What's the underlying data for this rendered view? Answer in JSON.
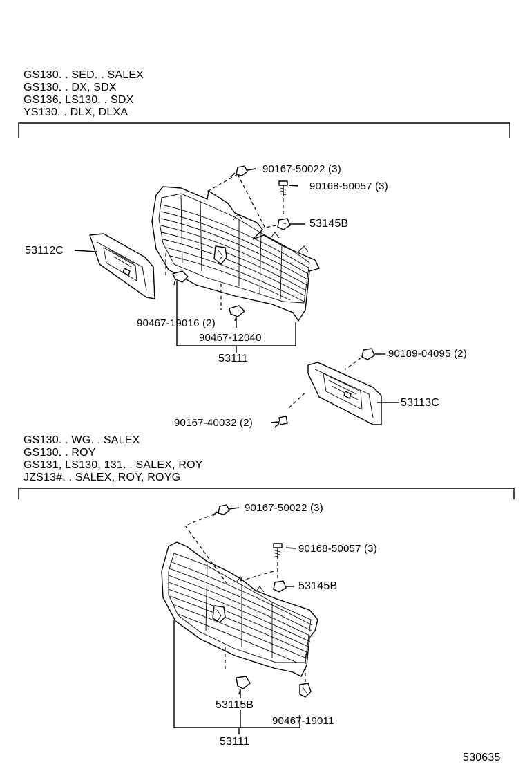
{
  "section1": {
    "models": [
      "GS130. . SED. . SALEX",
      "GS130. . DX, SDX",
      "GS136, LS130. . SDX",
      "YS130. . DLX, DLXA"
    ],
    "labels": {
      "bolt_a": "90167-50022 (3)",
      "bolt_b": "90168-50057 (3)",
      "nut": "53145B",
      "insert_left": "53112C",
      "clip_a": "90467-19016 (2)",
      "clip_b": "90467-12040",
      "grille": "53111",
      "retainer": "90189-04095 (2)",
      "insert_right": "53113C",
      "screw": "90167-40032 (2)"
    }
  },
  "section2": {
    "models": [
      "GS130. . WG. . SALEX",
      "GS130. . ROY",
      "GS131, LS130, 131. . SALEX, ROY",
      "JZS13#. . SALEX, ROY, ROYG"
    ],
    "labels": {
      "bolt_a": "90167-50022 (3)",
      "bolt_b": "90168-50057 (3)",
      "nut": "53145B",
      "bracket": "53115B",
      "clip": "90467-19011",
      "grille": "53111"
    }
  },
  "figure_number": "530635"
}
